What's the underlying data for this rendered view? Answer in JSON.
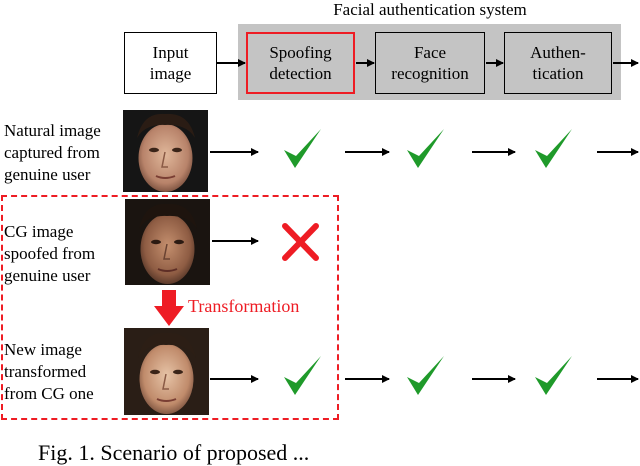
{
  "system": {
    "title": "Facial authentication system"
  },
  "input": {
    "line1": "Input",
    "line2": "image"
  },
  "stages": [
    {
      "line1": "Spoofing",
      "line2": "detection"
    },
    {
      "line1": "Face",
      "line2": "recognition"
    },
    {
      "line1": "Authen-",
      "line2": "tication"
    }
  ],
  "rows": [
    {
      "lines": [
        "Natural image",
        "captured from",
        "genuine user"
      ]
    },
    {
      "lines": [
        "CG image",
        "spoofed from",
        "genuine user"
      ]
    },
    {
      "lines": [
        "New image",
        "transformed",
        "from CG one"
      ]
    }
  ],
  "transformation_label": "Transformation",
  "caption": "Fig. 1. Scenario of proposed ...",
  "colors": {
    "highlight": "#ee1c24",
    "check": "#1f9a2a",
    "panel": "#c4c4c4"
  }
}
